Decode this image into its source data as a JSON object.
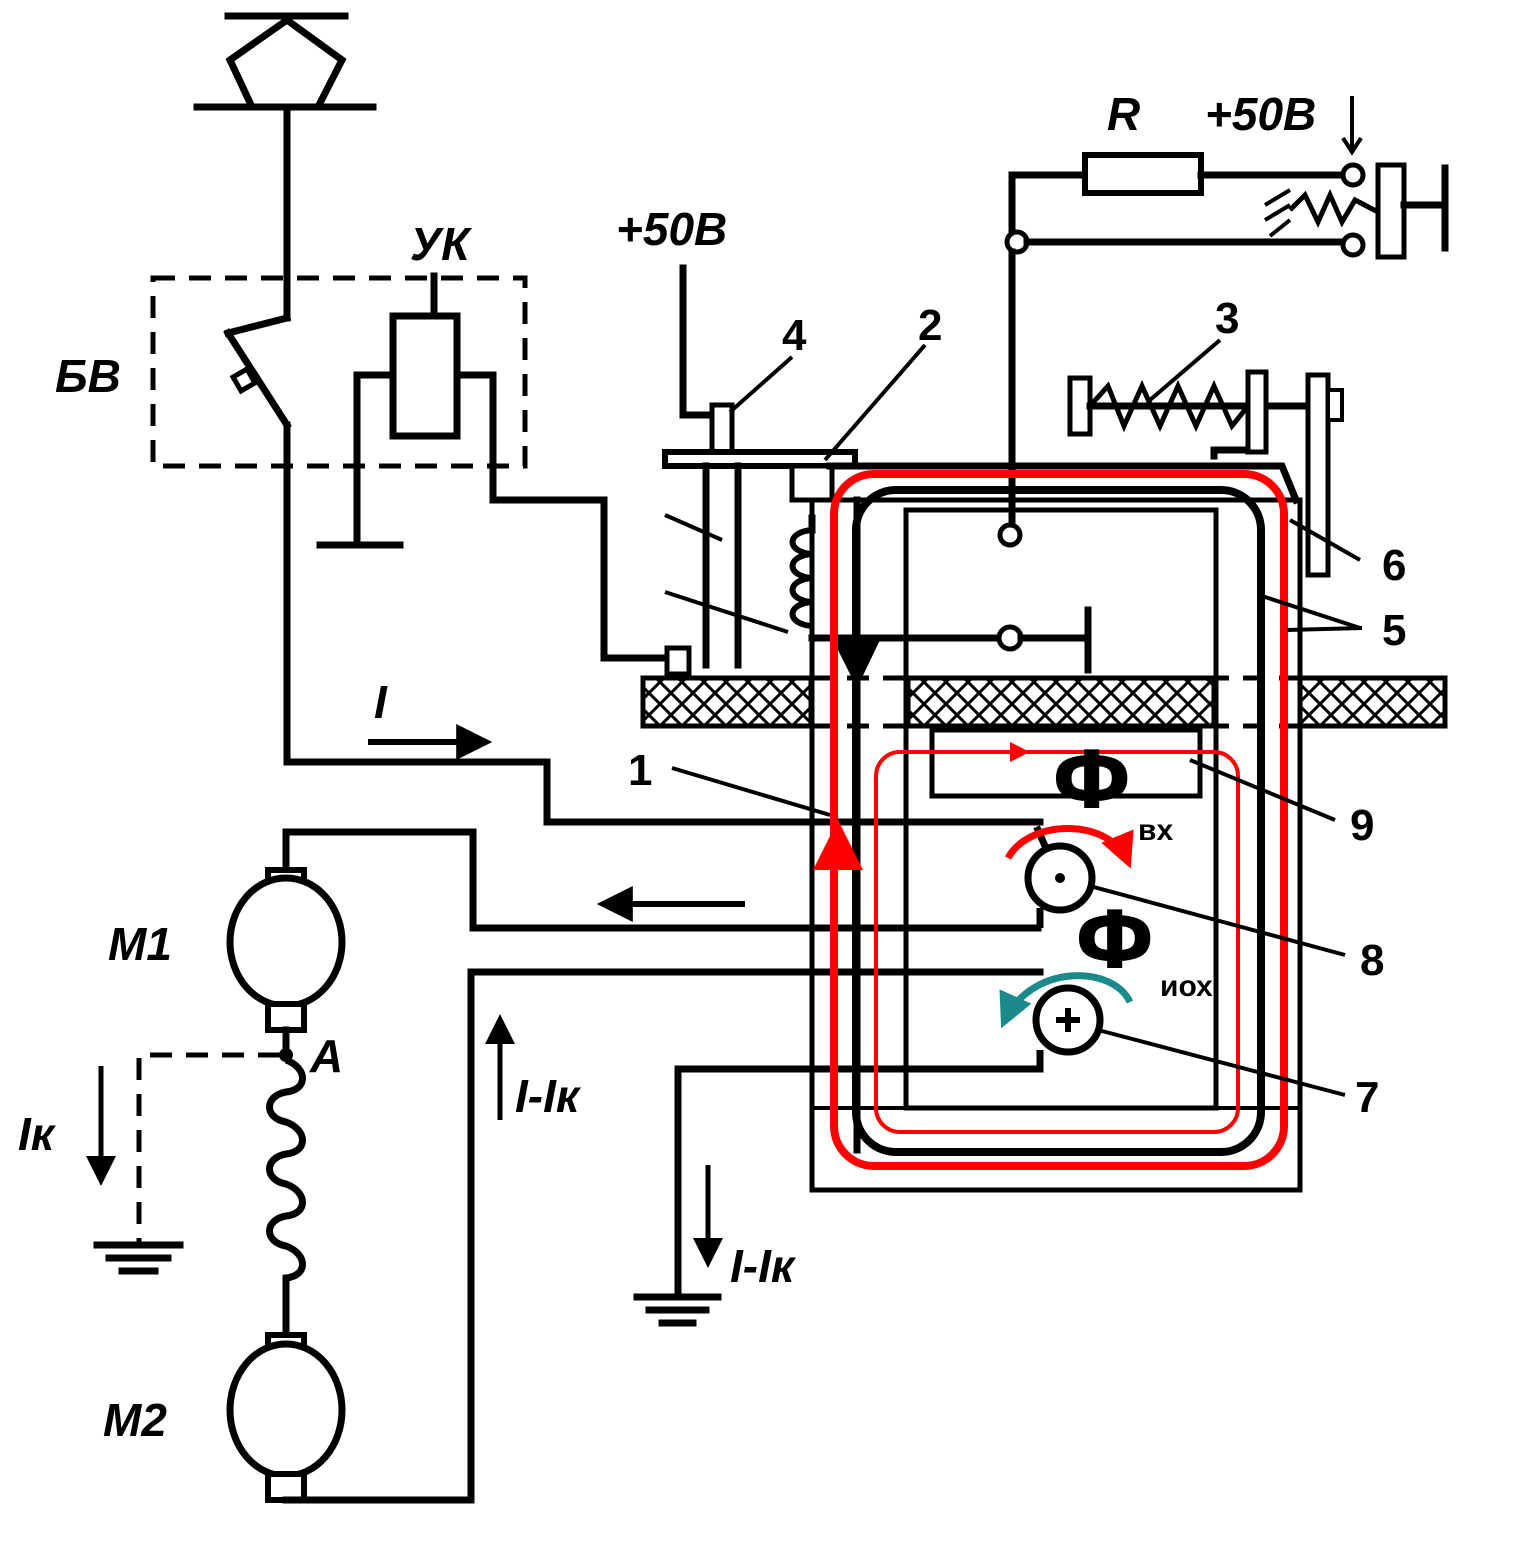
{
  "labels": {
    "breaker": "БВ",
    "coil": "УК",
    "resistor": "R",
    "supply_top": "+50В",
    "supply_left": "+50В",
    "current": "I",
    "current_diff_right": "I-Iк",
    "current_diff_left": "I-Iк",
    "branch_current": "Iк",
    "node": "A",
    "motor1": "M1",
    "motor2": "M2",
    "phi_in": "Ф",
    "phi_in_sub": "вх",
    "phi_out": "Ф",
    "phi_out_sub": "иох"
  },
  "numbers": {
    "n1": "1",
    "n2": "2",
    "n3": "3",
    "n4": "4",
    "n5": "5",
    "n6": "6",
    "n7": "7",
    "n8": "8",
    "n9": "9"
  },
  "colors": {
    "line": "#000000",
    "flux": "#ff0000",
    "arrow_ccw": "#1a8a8a",
    "background": "#ffffff"
  }
}
